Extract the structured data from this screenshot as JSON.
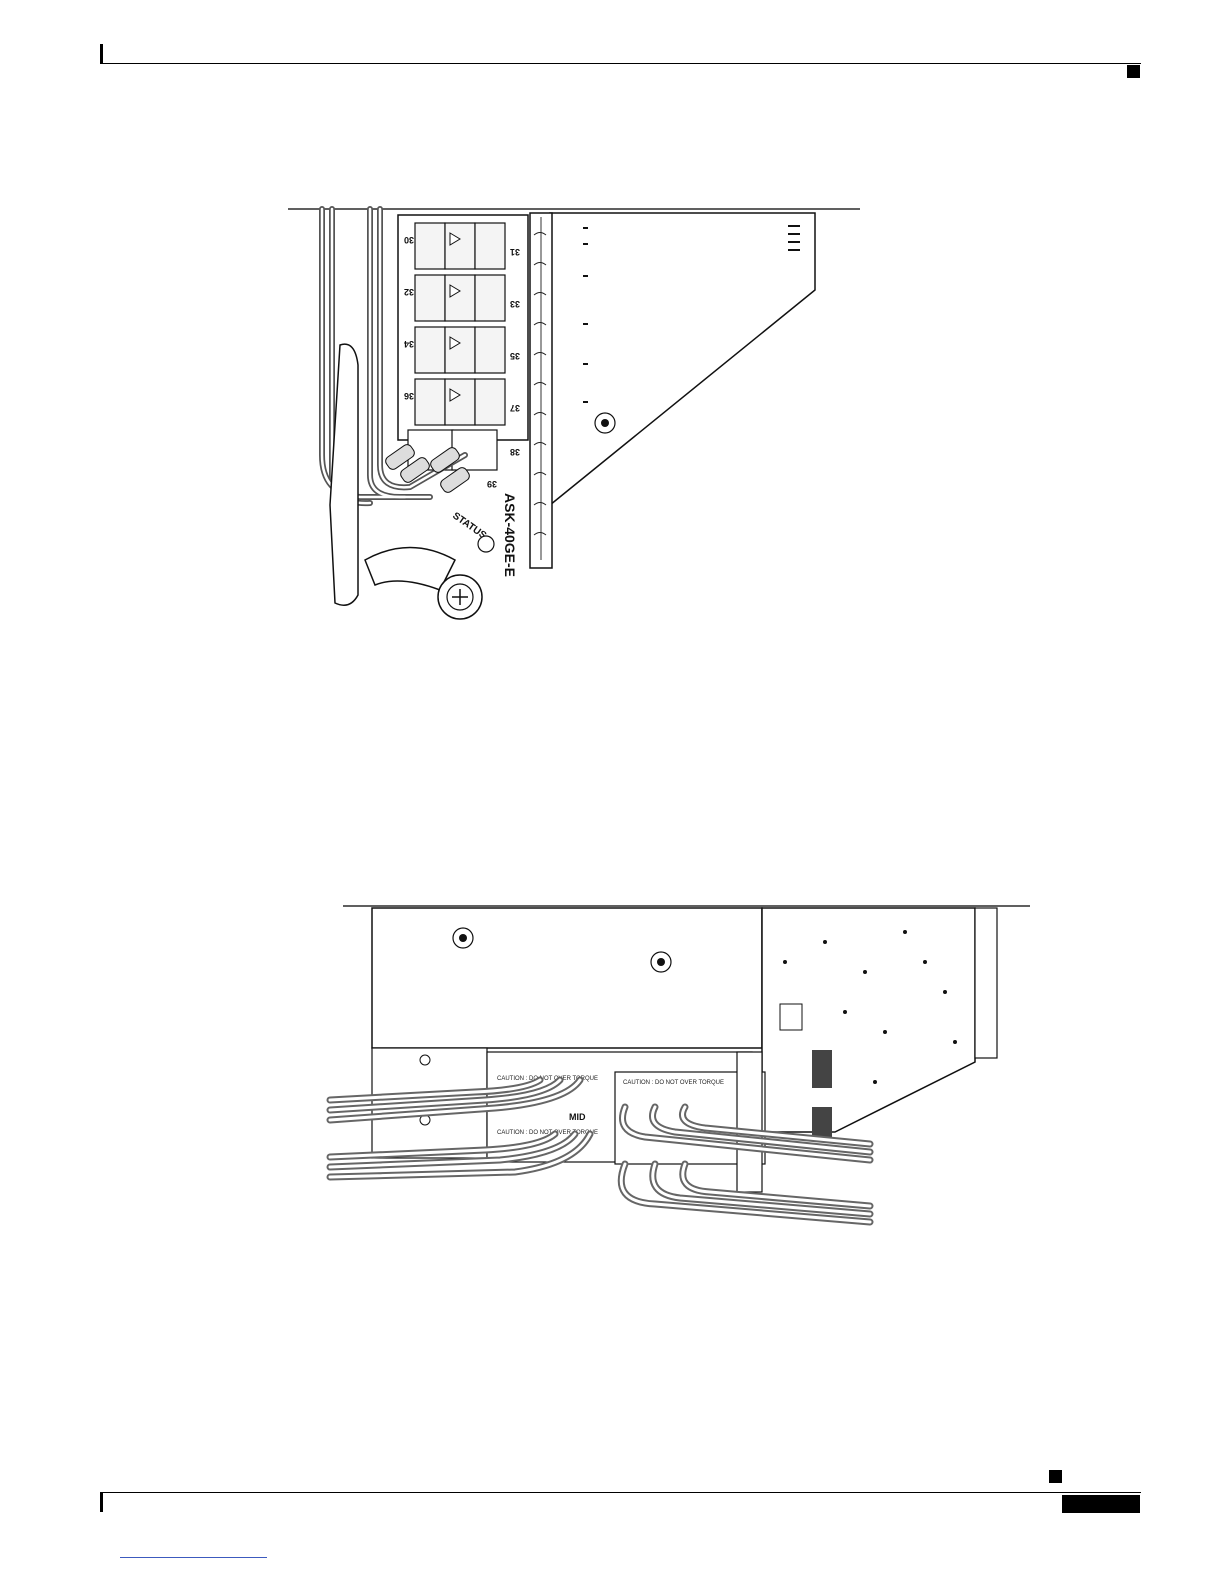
{
  "figure_top": {
    "module_label": "ASK-40GE-E",
    "status_label": "STATUS",
    "port_numbers": [
      "30",
      "31",
      "32",
      "33",
      "34",
      "35",
      "36",
      "37",
      "38",
      "39"
    ]
  },
  "figure_bottom": {
    "center_label": "MID",
    "psu_caution_label": "CAUTION : DO NOT OVER TORQUE"
  }
}
